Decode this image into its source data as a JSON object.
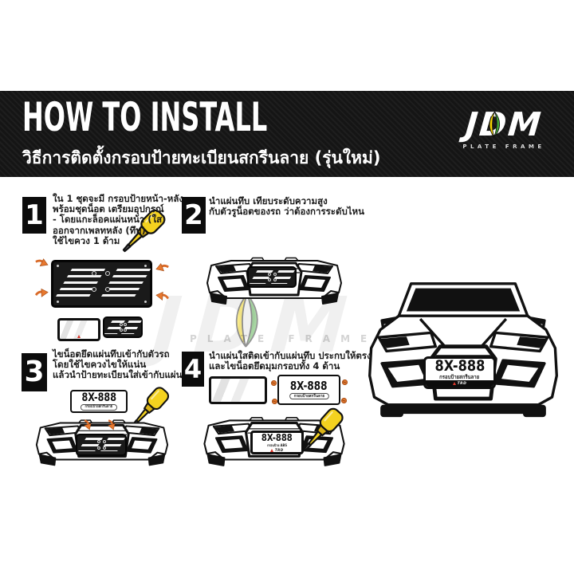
{
  "header": {
    "title": "HOW TO INSTALL",
    "subtitle": "วิธีการติดตั้งกรอบป้ายทะเบียนสกรีนลาย (รุ่นใหม่)",
    "logo": {
      "text": "JDM",
      "sub": "PLATE FRAME"
    }
  },
  "watermark": {
    "text": "JDM",
    "sub": "PLATE FRAME"
  },
  "steps": [
    {
      "number": "1",
      "lines": [
        "ใน 1 ชุดจะมี กรอบป้ายหน้า-หลัง",
        "พร้อมชุดน็อต เตรียมอุปกรณ์",
        "- โดยแกะล็อคแผ่นหน้า (ใส)",
        "ออกจากเพลทหลัง (ทึบ)",
        "ใช้ไขควง 1 ด้าม"
      ]
    },
    {
      "number": "2",
      "lines": [
        "นำแผ่นทึบ เทียบระดับความสูง",
        "กับตัวรูน็อตของรถ ว่าต้องการระดับไหน"
      ]
    },
    {
      "number": "3",
      "lines": [
        "ไขน็อตยึดแผ่นทึบเข้ากับตัวรถ",
        "โดยใช้ไขควงไขให้แน่น",
        "แล้วนำป้ายทะเบียนใส่เข้ากับแผ่นทึบ"
      ]
    },
    {
      "number": "4",
      "lines": [
        "นำแผ่นใสติดเข้ากับแผ่นทึบ ประกบให้ตรง",
        "และไขน็อตยึดมุมกรอบทั้ง 4 ด้าน"
      ]
    }
  ],
  "plate": {
    "number": "8X-888",
    "caption": "กรอบป้ายสกรีนลาย",
    "caption_alt": "กรอบป้าย ABS",
    "brand": "TRD"
  },
  "colors": {
    "header_bg": "#151515",
    "accent_orange": "#E3772E",
    "screwdriver_yellow": "#F4D21F",
    "leaf_green": "#3FA535",
    "leaf_yellow": "#F5D500",
    "trd_red": "#D93025"
  }
}
